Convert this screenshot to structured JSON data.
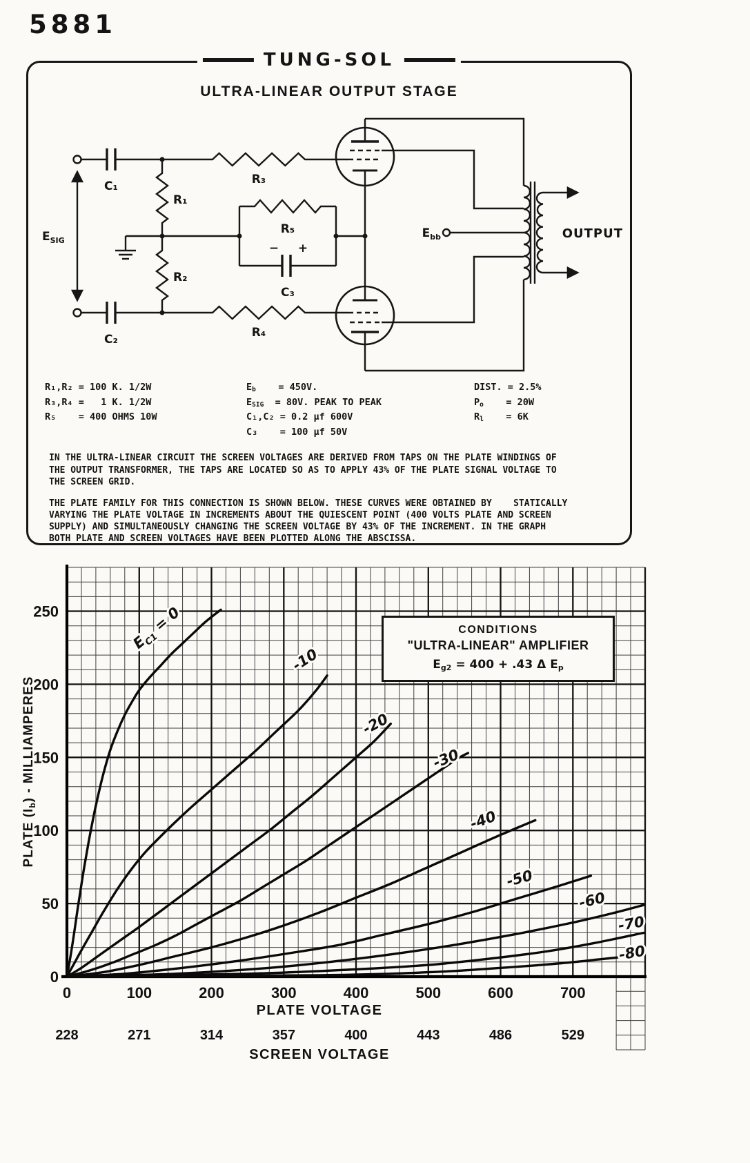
{
  "page": {
    "tube_number": "5881"
  },
  "header_box": {
    "brand": "TUNG-SOL",
    "title": "ULTRA-LINEAR OUTPUT STAGE"
  },
  "schematic": {
    "labels": {
      "esig_main": "E",
      "esig_sub": "SIG",
      "c1": "C₁",
      "c2": "C₂",
      "r1": "R₁",
      "r2": "R₂",
      "r3": "R₃",
      "r4": "R₄",
      "r5": "R₅",
      "c3": "C₃",
      "c3_minus": "−",
      "c3_plus": "+",
      "ebb_main": "E",
      "ebb_sub": "bb",
      "output": "OUTPUT"
    },
    "values": {
      "col1": [
        {
          "pre": "R₁,R₂",
          "sub": "",
          "post": " = 100 K. 1/2W"
        },
        {
          "pre": "R₃,R₄",
          "sub": "",
          "post": " =   1 K. 1/2W"
        },
        {
          "pre": "R₅",
          "sub": "",
          "post": "    = 400 OHMS 10W"
        }
      ],
      "col2": [
        {
          "pre": "E",
          "sub": "b",
          "post": "    = 450V."
        },
        {
          "pre": "E",
          "sub": "SIG",
          "post": "  = 80V. PEAK TO PEAK"
        },
        {
          "pre": "C₁,C₂",
          "sub": "",
          "post": " = 0.2 µf 600V"
        },
        {
          "pre": "C₃",
          "sub": "",
          "post": "    = 100 µf 50V"
        }
      ],
      "col3": [
        {
          "pre": "DIST.",
          "sub": "",
          "post": " = 2.5%"
        },
        {
          "pre": "P",
          "sub": "o",
          "post": "    = 20W"
        },
        {
          "pre": "R",
          "sub": "l",
          "post": "    = 6K"
        }
      ]
    },
    "notes": [
      "IN THE ULTRA-LINEAR CIRCUIT THE SCREEN VOLTAGES ARE DERIVED FROM TAPS ON THE PLATE WINDINGS OF\nTHE OUTPUT TRANSFORMER, THE TAPS ARE LOCATED SO AS TO APPLY 43% OF THE PLATE SIGNAL VOLTAGE TO\nTHE SCREEN GRID.",
      "THE PLATE FAMILY FOR THIS CONNECTION IS SHOWN BELOW. THESE CURVES WERE OBTAINED BY    STATICALLY\nVARYING THE PLATE VOLTAGE IN INCREMENTS ABOUT THE QUIESCENT POINT (400 VOLTS PLATE AND SCREEN\nSUPPLY) AND SIMULTANEOUSLY CHANGING THE SCREEN VOLTAGE BY 43% OF THE INCREMENT. IN THE GRAPH\nBOTH PLATE AND SCREEN VOLTAGES HAVE BEEN PLOTTED ALONG THE ABSCISSA."
    ]
  },
  "chart_data": {
    "type": "line",
    "title": "5881 Ultra-Linear Plate Family",
    "x_axis": {
      "label": "PLATE VOLTAGE",
      "min": 0,
      "max": 800,
      "ticks": [
        0,
        100,
        200,
        300,
        400,
        500,
        600,
        700
      ],
      "minor_step": 20
    },
    "x2_axis": {
      "label": "SCREEN VOLTAGE",
      "tick_labels": [
        "228",
        "271",
        "314",
        "357",
        "400",
        "443",
        "486",
        "529"
      ]
    },
    "y_axis": {
      "label": "PLATE (Ib) - MILLIAMPERES",
      "label_parts": {
        "p1": "PLATE (I",
        "sub": "b",
        "p2": ") - MILLIAMPERES"
      },
      "min": 0,
      "max": 280,
      "ticks": [
        0,
        50,
        100,
        150,
        200,
        250
      ],
      "minor_step": 10
    },
    "conditions": {
      "line1": "CONDITIONS",
      "line2": "\"ULTRA-LINEAR\" AMPLIFIER",
      "eq": {
        "p1": "E",
        "s1": "g2",
        "p2": " = 400 + .43 Δ E",
        "s2": "p"
      }
    },
    "series": [
      {
        "name": "Ec1 = 0",
        "label": {
          "main": "E",
          "sub": "C1",
          "rest": " = 0"
        },
        "label_at": [
          128,
          236
        ],
        "label_angle": -40,
        "points": [
          [
            0,
            0
          ],
          [
            5,
            14
          ],
          [
            10,
            30
          ],
          [
            15,
            47
          ],
          [
            20,
            63
          ],
          [
            25,
            78
          ],
          [
            30,
            92
          ],
          [
            35,
            105
          ],
          [
            40,
            117
          ],
          [
            50,
            138
          ],
          [
            60,
            155
          ],
          [
            70,
            168
          ],
          [
            80,
            179
          ],
          [
            90,
            188
          ],
          [
            100,
            196
          ],
          [
            115,
            205
          ],
          [
            130,
            213
          ],
          [
            145,
            221
          ],
          [
            160,
            228
          ],
          [
            175,
            235
          ],
          [
            190,
            242
          ],
          [
            205,
            248
          ],
          [
            213,
            251
          ]
        ]
      },
      {
        "name": "Ec1 = -10",
        "label": {
          "rest": "-10"
        },
        "label_at": [
          333,
          214
        ],
        "label_angle": -33,
        "points": [
          [
            0,
            0
          ],
          [
            10,
            9
          ],
          [
            20,
            18
          ],
          [
            35,
            31
          ],
          [
            50,
            44
          ],
          [
            70,
            60
          ],
          [
            90,
            74
          ],
          [
            110,
            86
          ],
          [
            140,
            101
          ],
          [
            170,
            115
          ],
          [
            200,
            128
          ],
          [
            230,
            141
          ],
          [
            260,
            154
          ],
          [
            290,
            168
          ],
          [
            320,
            182
          ],
          [
            345,
            196
          ],
          [
            360,
            206
          ]
        ]
      },
      {
        "name": "Ec1 = -20",
        "label": {
          "rest": "-20"
        },
        "label_at": [
          430,
          170
        ],
        "label_angle": -28,
        "points": [
          [
            0,
            0
          ],
          [
            20,
            6
          ],
          [
            40,
            13
          ],
          [
            60,
            20
          ],
          [
            80,
            27
          ],
          [
            100,
            34
          ],
          [
            130,
            45
          ],
          [
            160,
            56
          ],
          [
            190,
            67
          ],
          [
            220,
            78
          ],
          [
            250,
            89
          ],
          [
            280,
            100
          ],
          [
            310,
            112
          ],
          [
            340,
            124
          ],
          [
            370,
            137
          ],
          [
            400,
            150
          ],
          [
            425,
            161
          ],
          [
            448,
            173
          ]
        ]
      },
      {
        "name": "Ec1 = -30",
        "label": {
          "rest": "-30"
        },
        "label_at": [
          527,
          146
        ],
        "label_angle": -22,
        "points": [
          [
            0,
            0
          ],
          [
            30,
            4
          ],
          [
            60,
            9
          ],
          [
            90,
            15
          ],
          [
            120,
            21
          ],
          [
            150,
            28
          ],
          [
            180,
            36
          ],
          [
            210,
            44
          ],
          [
            240,
            52
          ],
          [
            270,
            61
          ],
          [
            300,
            70
          ],
          [
            330,
            79
          ],
          [
            360,
            89
          ],
          [
            390,
            99
          ],
          [
            420,
            109
          ],
          [
            450,
            119
          ],
          [
            480,
            129
          ],
          [
            510,
            139
          ],
          [
            540,
            149
          ],
          [
            555,
            153
          ]
        ]
      },
      {
        "name": "Ec1 = -40",
        "label": {
          "rest": "-40"
        },
        "label_at": [
          578,
          104
        ],
        "label_angle": -20,
        "points": [
          [
            0,
            0
          ],
          [
            50,
            3
          ],
          [
            100,
            8
          ],
          [
            150,
            14
          ],
          [
            200,
            20
          ],
          [
            250,
            27
          ],
          [
            300,
            35
          ],
          [
            350,
            44
          ],
          [
            400,
            54
          ],
          [
            450,
            64
          ],
          [
            500,
            75
          ],
          [
            550,
            86
          ],
          [
            600,
            97
          ],
          [
            648,
            107
          ]
        ]
      },
      {
        "name": "Ec1 = -50",
        "label": {
          "rest": "-50"
        },
        "label_at": [
          628,
          64
        ],
        "label_angle": -15,
        "points": [
          [
            0,
            0
          ],
          [
            80,
            2
          ],
          [
            160,
            6
          ],
          [
            240,
            11
          ],
          [
            320,
            17
          ],
          [
            380,
            22
          ],
          [
            440,
            29
          ],
          [
            500,
            36
          ],
          [
            560,
            44
          ],
          [
            620,
            53
          ],
          [
            680,
            62
          ],
          [
            725,
            69
          ]
        ]
      },
      {
        "name": "Ec1 = -60",
        "label": {
          "rest": "-60"
        },
        "label_at": [
          728,
          49
        ],
        "label_angle": -13,
        "points": [
          [
            0,
            0
          ],
          [
            150,
            2
          ],
          [
            280,
            6
          ],
          [
            380,
            11
          ],
          [
            460,
            16
          ],
          [
            540,
            22
          ],
          [
            620,
            29
          ],
          [
            700,
            37
          ],
          [
            760,
            44
          ],
          [
            798,
            49
          ]
        ]
      },
      {
        "name": "Ec1 = -70",
        "label": {
          "rest": "-70"
        },
        "label_at": [
          782,
          33
        ],
        "label_angle": -10,
        "points": [
          [
            0,
            0
          ],
          [
            250,
            2
          ],
          [
            400,
            5
          ],
          [
            500,
            8
          ],
          [
            580,
            12
          ],
          [
            660,
            17
          ],
          [
            730,
            23
          ],
          [
            798,
            30
          ]
        ]
      },
      {
        "name": "Ec1 = -80",
        "label": {
          "rest": "-80"
        },
        "label_at": [
          783,
          13
        ],
        "label_angle": -10,
        "points": [
          [
            0,
            0
          ],
          [
            350,
            1
          ],
          [
            500,
            3
          ],
          [
            600,
            6
          ],
          [
            680,
            9
          ],
          [
            740,
            12
          ],
          [
            798,
            15
          ]
        ]
      }
    ]
  }
}
